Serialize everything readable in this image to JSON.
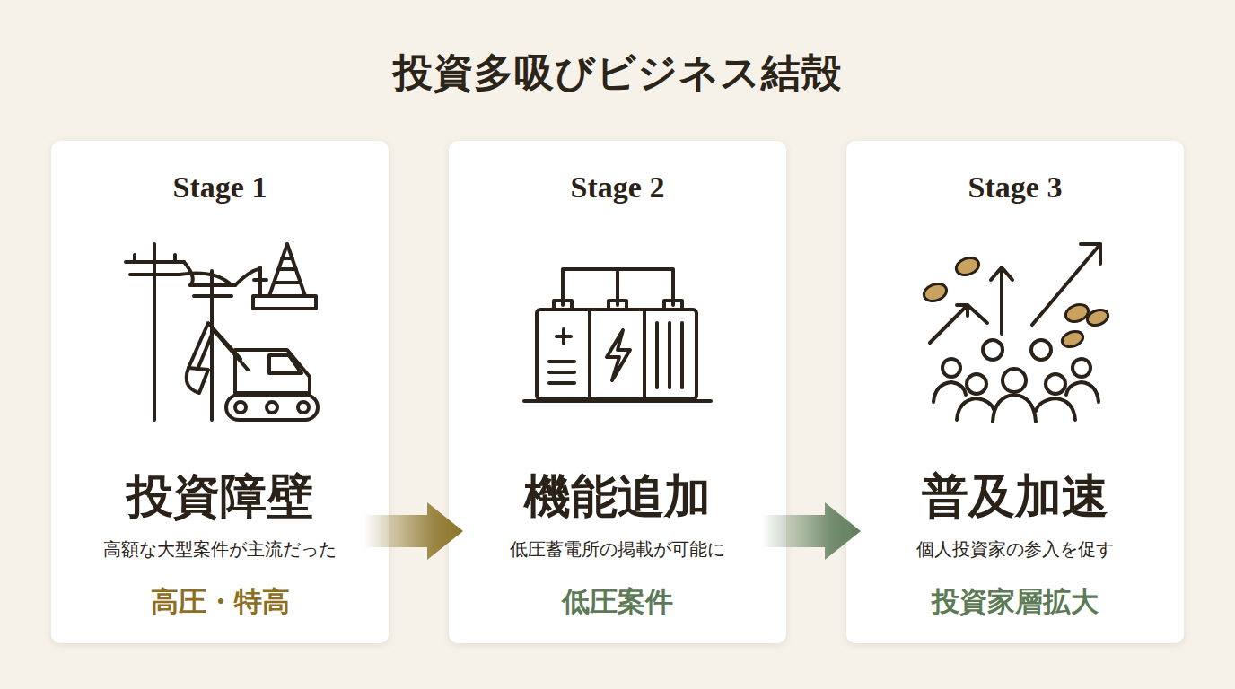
{
  "diagram": {
    "title": "投資多吸びビジネス結殻",
    "nodes": [
      {
        "text": [
          "Stage 1",
          "投資障壁",
          "高額な大型案件が主流だった",
          "高圧・特高"
        ]
      },
      {
        "text": [
          "Stage 2",
          "機能追加",
          "低圧蓄電所の掲載が可能に",
          "低圧案件"
        ]
      },
      {
        "text": [
          "Stage 3",
          "普及加速",
          "個人投資家の参入を促す",
          "投資家層拡大"
        ]
      }
    ],
    "edges": [
      {
        "from": 0,
        "to": 1,
        "arrow": "to"
      },
      {
        "from": 1,
        "to": 2,
        "arrow": "to"
      }
    ]
  }
}
